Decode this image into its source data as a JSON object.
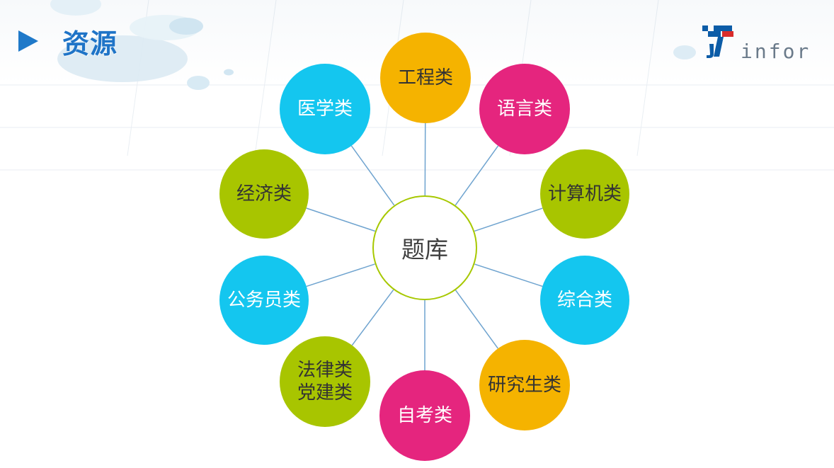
{
  "header": {
    "title": "资源"
  },
  "logo": {
    "text": "infor"
  },
  "diagram": {
    "center": {
      "label": "题库"
    },
    "nodes": [
      {
        "label": "工程类",
        "color": "#f5b300",
        "text_color": "#333333"
      },
      {
        "label": "语言类",
        "color": "#e5257e",
        "text_color": "#ffffff"
      },
      {
        "label": "计算机类",
        "color": "#a8c500",
        "text_color": "#333333"
      },
      {
        "label": "综合类",
        "color": "#14c6ef",
        "text_color": "#ffffff"
      },
      {
        "label": "研究生类",
        "color": "#f5b300",
        "text_color": "#333333"
      },
      {
        "label": "自考类",
        "color": "#e5257e",
        "text_color": "#ffffff"
      },
      {
        "label": "法律类\n党建类",
        "color": "#a8c500",
        "text_color": "#333333"
      },
      {
        "label": "公务员类",
        "color": "#14c6ef",
        "text_color": "#ffffff"
      },
      {
        "label": "经济类",
        "color": "#a8c500",
        "text_color": "#333333"
      },
      {
        "label": "医学类",
        "color": "#14c6ef",
        "text_color": "#ffffff"
      }
    ],
    "connector_color": "#6ea3cf"
  }
}
